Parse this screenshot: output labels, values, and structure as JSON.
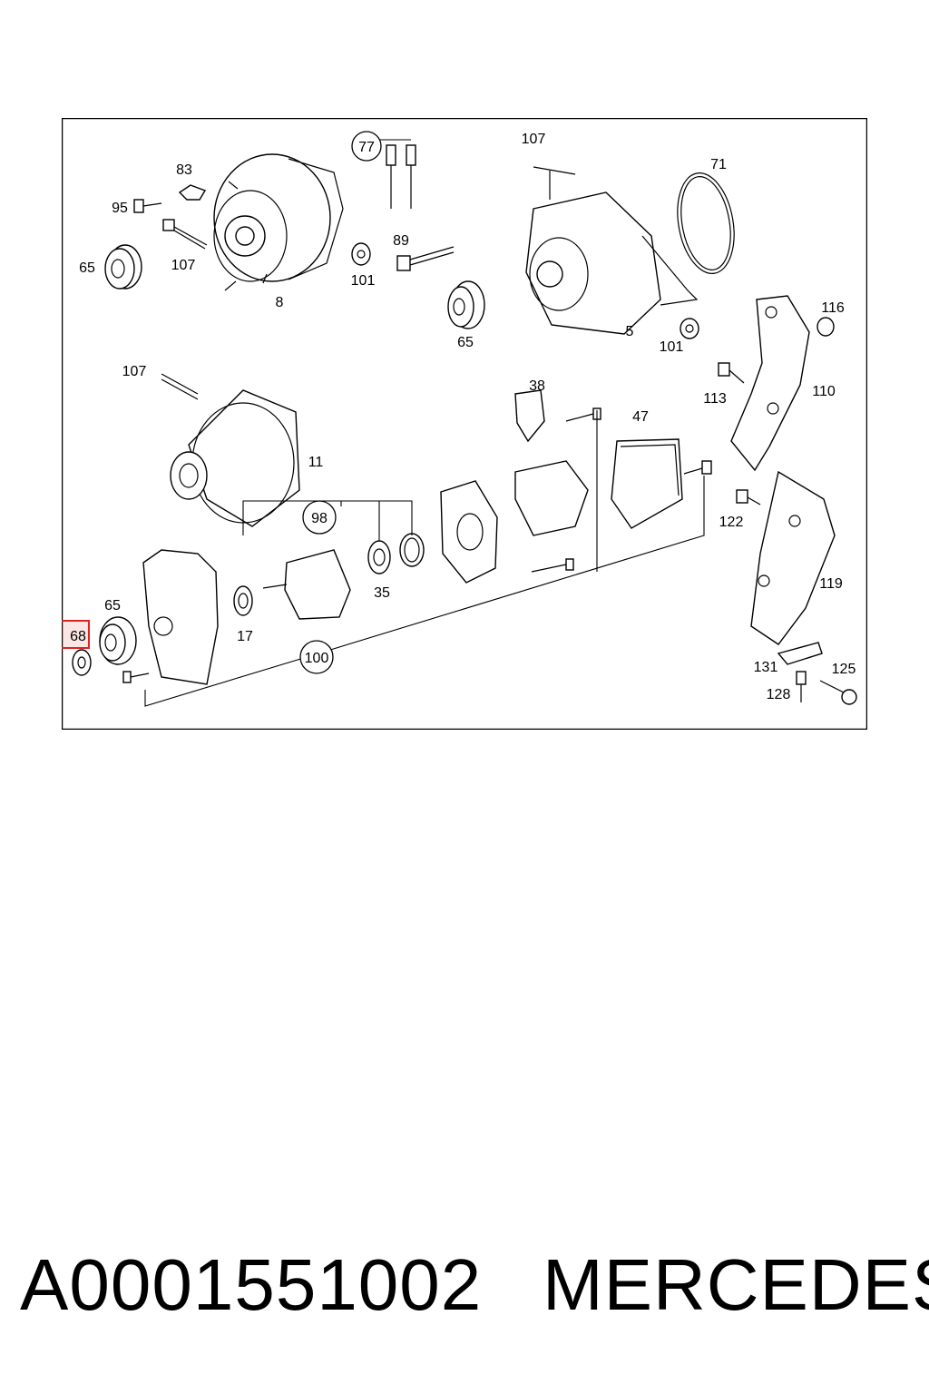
{
  "callouts": {
    "c77": "77",
    "c107a": "107",
    "c71": "71",
    "c83": "83",
    "c95": "95",
    "c107b": "107",
    "c65a": "65",
    "c8": "8",
    "c89": "89",
    "c101a": "101",
    "c65b": "65",
    "c5": "5",
    "c101b": "101",
    "c116": "116",
    "c107c": "107",
    "c113": "113",
    "c110": "110",
    "c38": "38",
    "c47": "47",
    "c11": "11",
    "c98": "98",
    "c122": "122",
    "c65c": "65",
    "c68": "68",
    "c17": "17",
    "c35": "35",
    "c119": "119",
    "c100": "100",
    "c131": "131",
    "c125": "125",
    "c128": "128"
  },
  "highlight_color": "#d22222",
  "footer": {
    "part_number": "A0001551002",
    "brand": "MERCEDES"
  }
}
